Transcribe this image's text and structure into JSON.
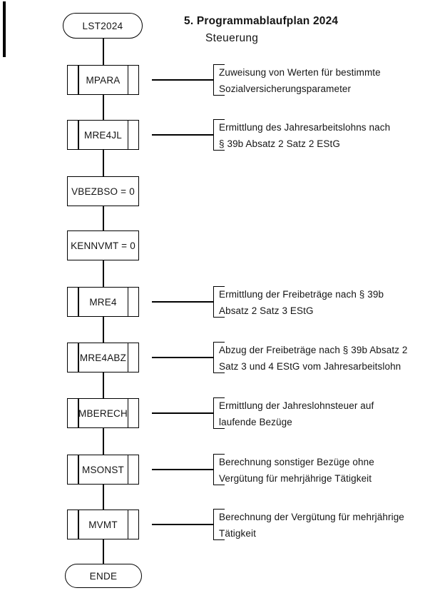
{
  "page": {
    "title_line1": "5. Programmablaufplan 2024",
    "title_line2": "Steuerung"
  },
  "flow": {
    "start_label": "LST2024",
    "end_label": "ENDE",
    "steps": [
      {
        "label": "MPARA",
        "type": "subroutine",
        "annotation_line1": "Zuweisung von Werten für bestimmte",
        "annotation_line2": "Sozialversicherungsparameter"
      },
      {
        "label": "MRE4JL",
        "type": "subroutine",
        "annotation_line1": "Ermittlung des Jahresarbeitslohns nach",
        "annotation_line2": "§ 39b Absatz 2 Satz 2 EStG"
      },
      {
        "label": "VBEZBSO = 0",
        "type": "process"
      },
      {
        "label": "KENNVMT = 0",
        "type": "process"
      },
      {
        "label": "MRE4",
        "type": "subroutine",
        "annotation_line1": "Ermittlung der Freibeträge nach § 39b",
        "annotation_line2": "Absatz 2 Satz 3 EStG"
      },
      {
        "label": "MRE4ABZ",
        "type": "subroutine",
        "annotation_line1": "Abzug der Freibeträge nach § 39b Absatz 2",
        "annotation_line2": "Satz 3 und 4 EStG vom Jahresarbeitslohn"
      },
      {
        "label": "MBERECH",
        "type": "subroutine",
        "annotation_line1": "Ermittlung der Jahreslohnsteuer auf",
        "annotation_line2": "laufende Bezüge"
      },
      {
        "label": "MSONST",
        "type": "subroutine",
        "annotation_line1": "Berechnung sonstiger Bezüge ohne",
        "annotation_line2": "Vergütung für mehrjährige Tätigkeit"
      },
      {
        "label": "MVMT",
        "type": "subroutine",
        "annotation_line1": "Berechnung der Vergütung für mehrjährige",
        "annotation_line2": "Tätigkeit"
      }
    ]
  },
  "colors": {
    "line": "#000000",
    "text": "#151515",
    "background": "#ffffff"
  }
}
